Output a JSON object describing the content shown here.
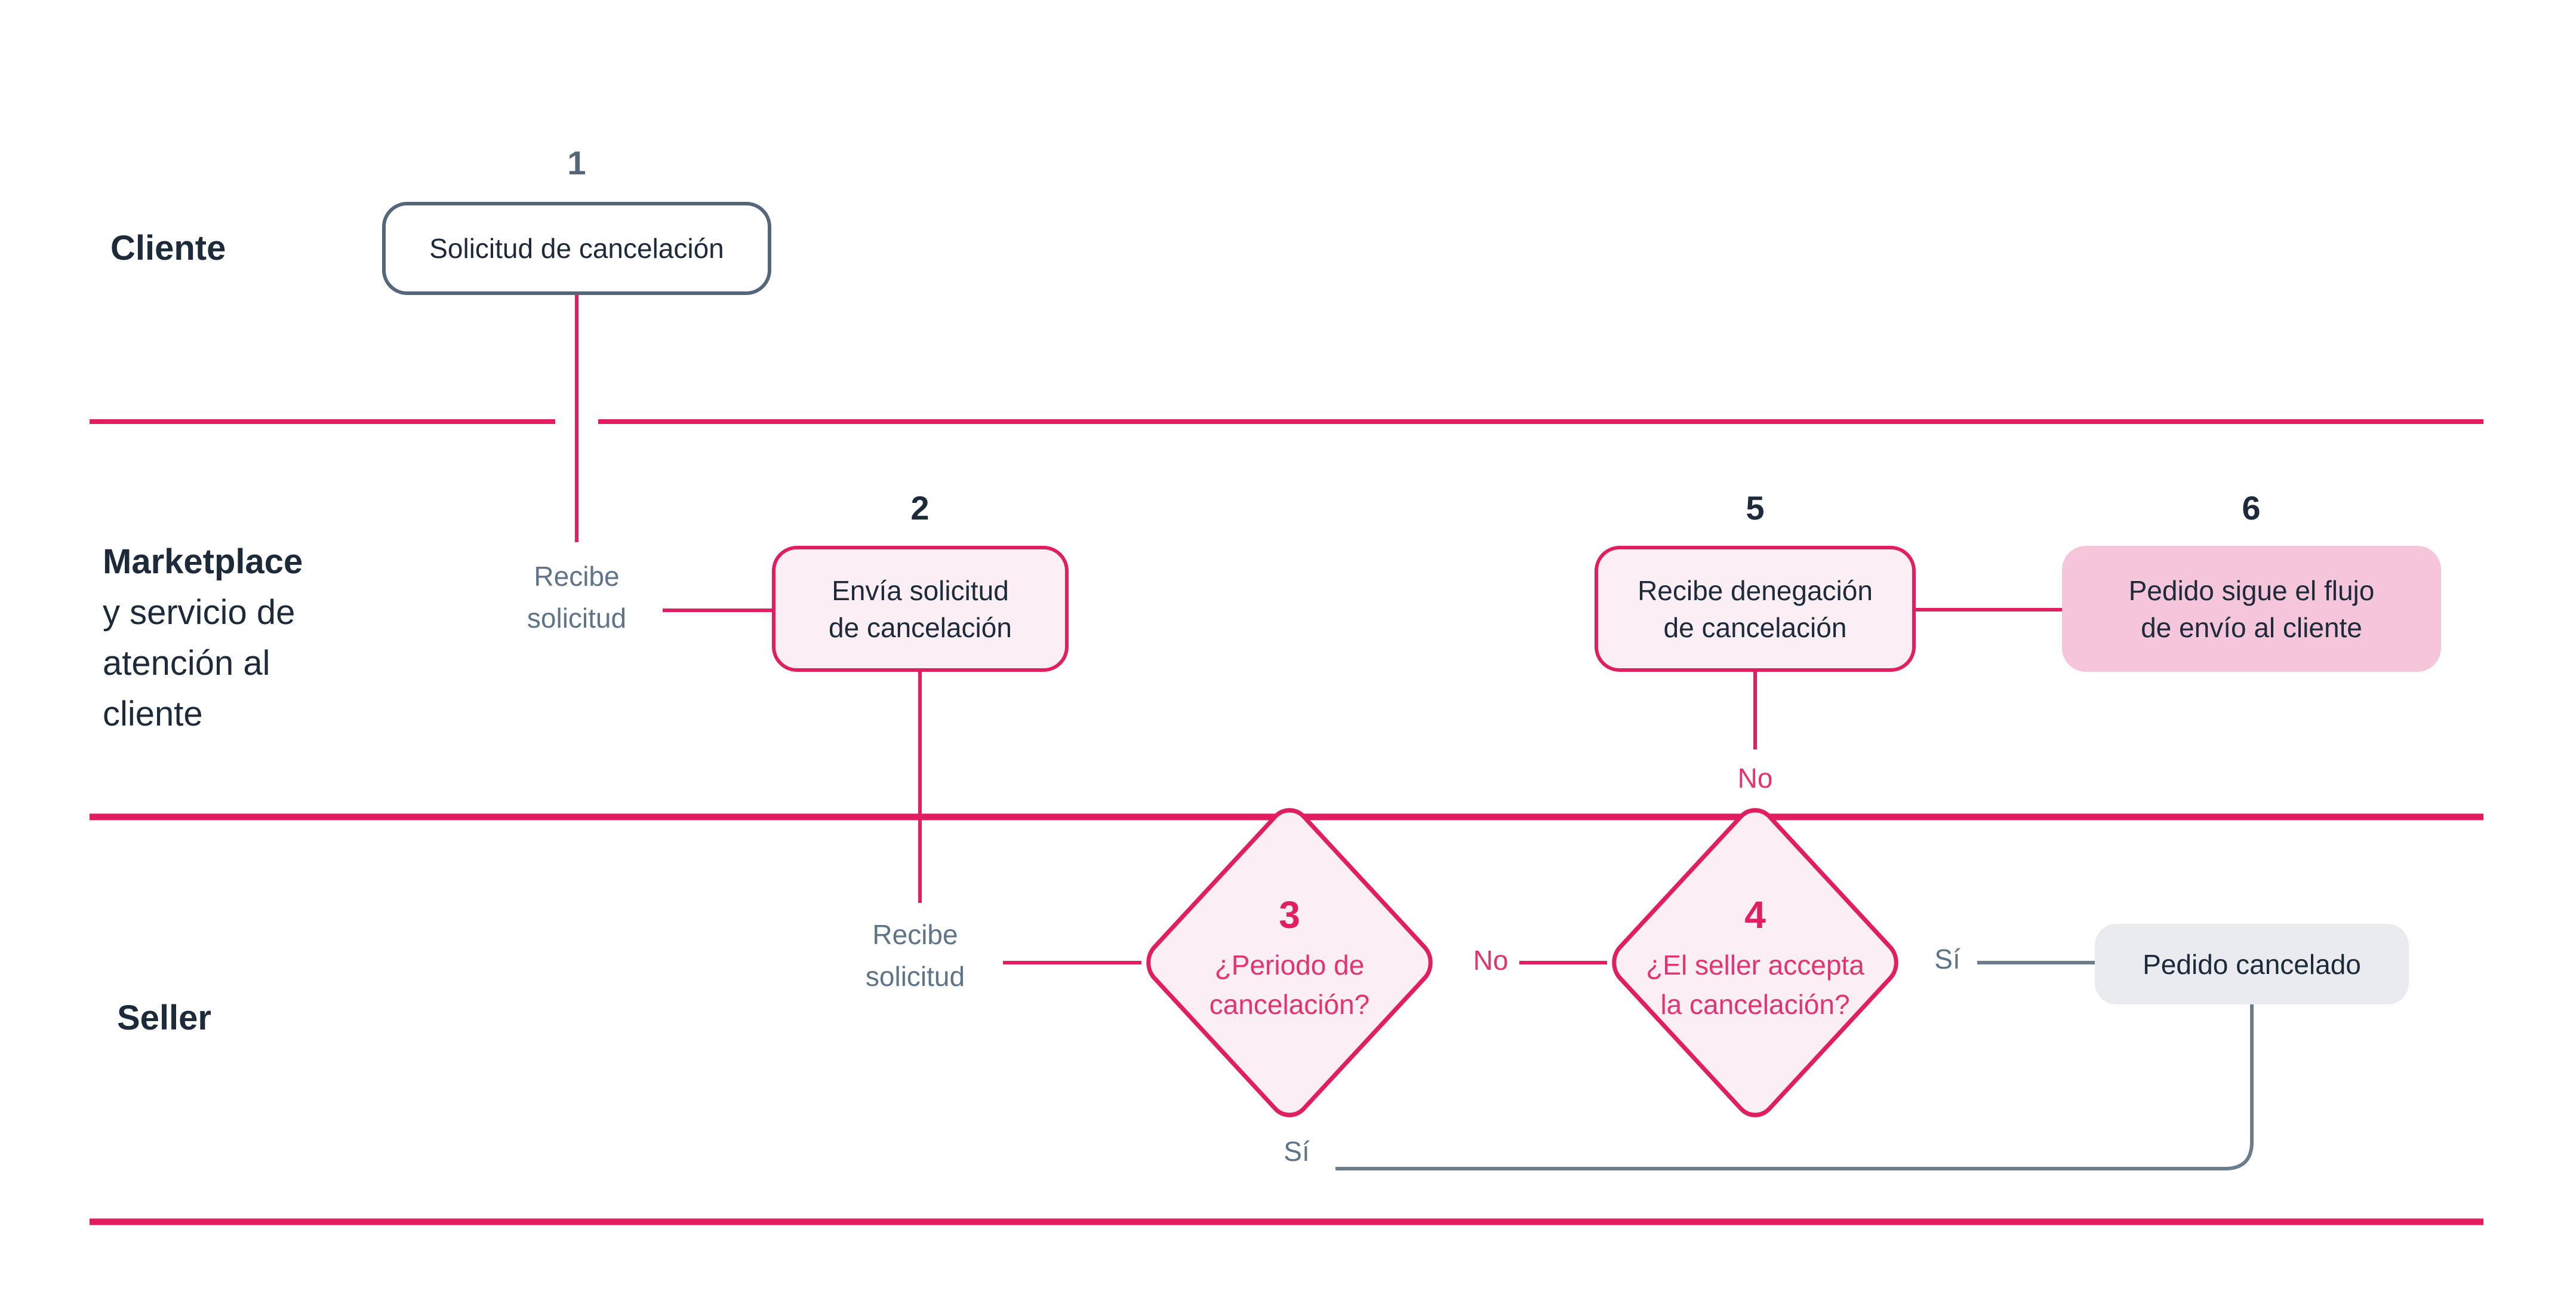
{
  "colors": {
    "pink": "#e21e62",
    "pinkText": "#e5336f",
    "pinkFill": "#fbeef4",
    "pinkMid": "#f5c5da",
    "navy": "#1c2a3a",
    "slate": "#54677a",
    "grayText": "#5f7486",
    "grayLine": "#6b7c8d",
    "grayFill": "#e9ebee"
  },
  "lanes": {
    "cliente": {
      "label": "Cliente"
    },
    "marketplace": {
      "label_bold": "Marketplace",
      "label_rest": "y servicio de\natención al\ncliente"
    },
    "seller": {
      "label": "Seller"
    }
  },
  "nodes": {
    "step1": {
      "number": "1",
      "label": "Solicitud de cancelación"
    },
    "step2": {
      "number": "2",
      "label": "Envía solicitud\nde cancelación"
    },
    "step3": {
      "number": "3",
      "label": "¿Periodo de\ncancelación?"
    },
    "step4": {
      "number": "4",
      "label": "¿El seller accepta\nla cancelación?"
    },
    "step5": {
      "number": "5",
      "label": "Recibe denegación\nde cancelación"
    },
    "step6": {
      "number": "6",
      "label": "Pedido sigue el flujo\nde envío al cliente"
    },
    "cancelled": {
      "label": "Pedido cancelado"
    }
  },
  "edge_labels": {
    "recibe_marketplace": "Recibe\nsolicitud",
    "recibe_seller": "Recibe\nsolicitud",
    "d3_no": "No",
    "d3_si": "Sí",
    "d4_no": "No",
    "d4_si": "Sí"
  }
}
